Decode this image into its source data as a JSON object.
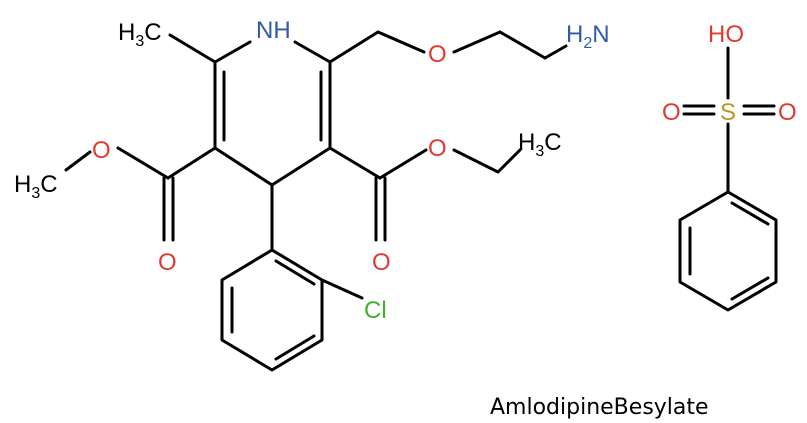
{
  "colors": {
    "bond": "#000000",
    "carbon": "#000000",
    "nitrogen": "#2f5aa8",
    "oxygen": "#e03a2f",
    "chlorine": "#3fb22a",
    "sulfur": "#b59a1f"
  },
  "labels": {
    "nh": "NH",
    "amine_h": "H",
    "amine_h_sub": "2",
    "amine_n": "N",
    "methyl_top_h": "H",
    "methyl_top_sub": "3",
    "methyl_top_c": "C",
    "ester_left_o": "O",
    "methyl_left_h": "H",
    "methyl_left_sub": "3",
    "methyl_left_c": "C",
    "carbonyl_left_o": "O",
    "ether_o": "O",
    "ester_right_o": "O",
    "ethyl_h": "H",
    "ethyl_sub": "3",
    "ethyl_c": "C",
    "carbonyl_right_o": "O",
    "chlorine": "Cl",
    "sulfonic_ho": "HO",
    "sulfur": "S",
    "sulfonyl_o_left": "O",
    "sulfonyl_o_right": "O"
  },
  "caption": "AmlodipineBesylate"
}
